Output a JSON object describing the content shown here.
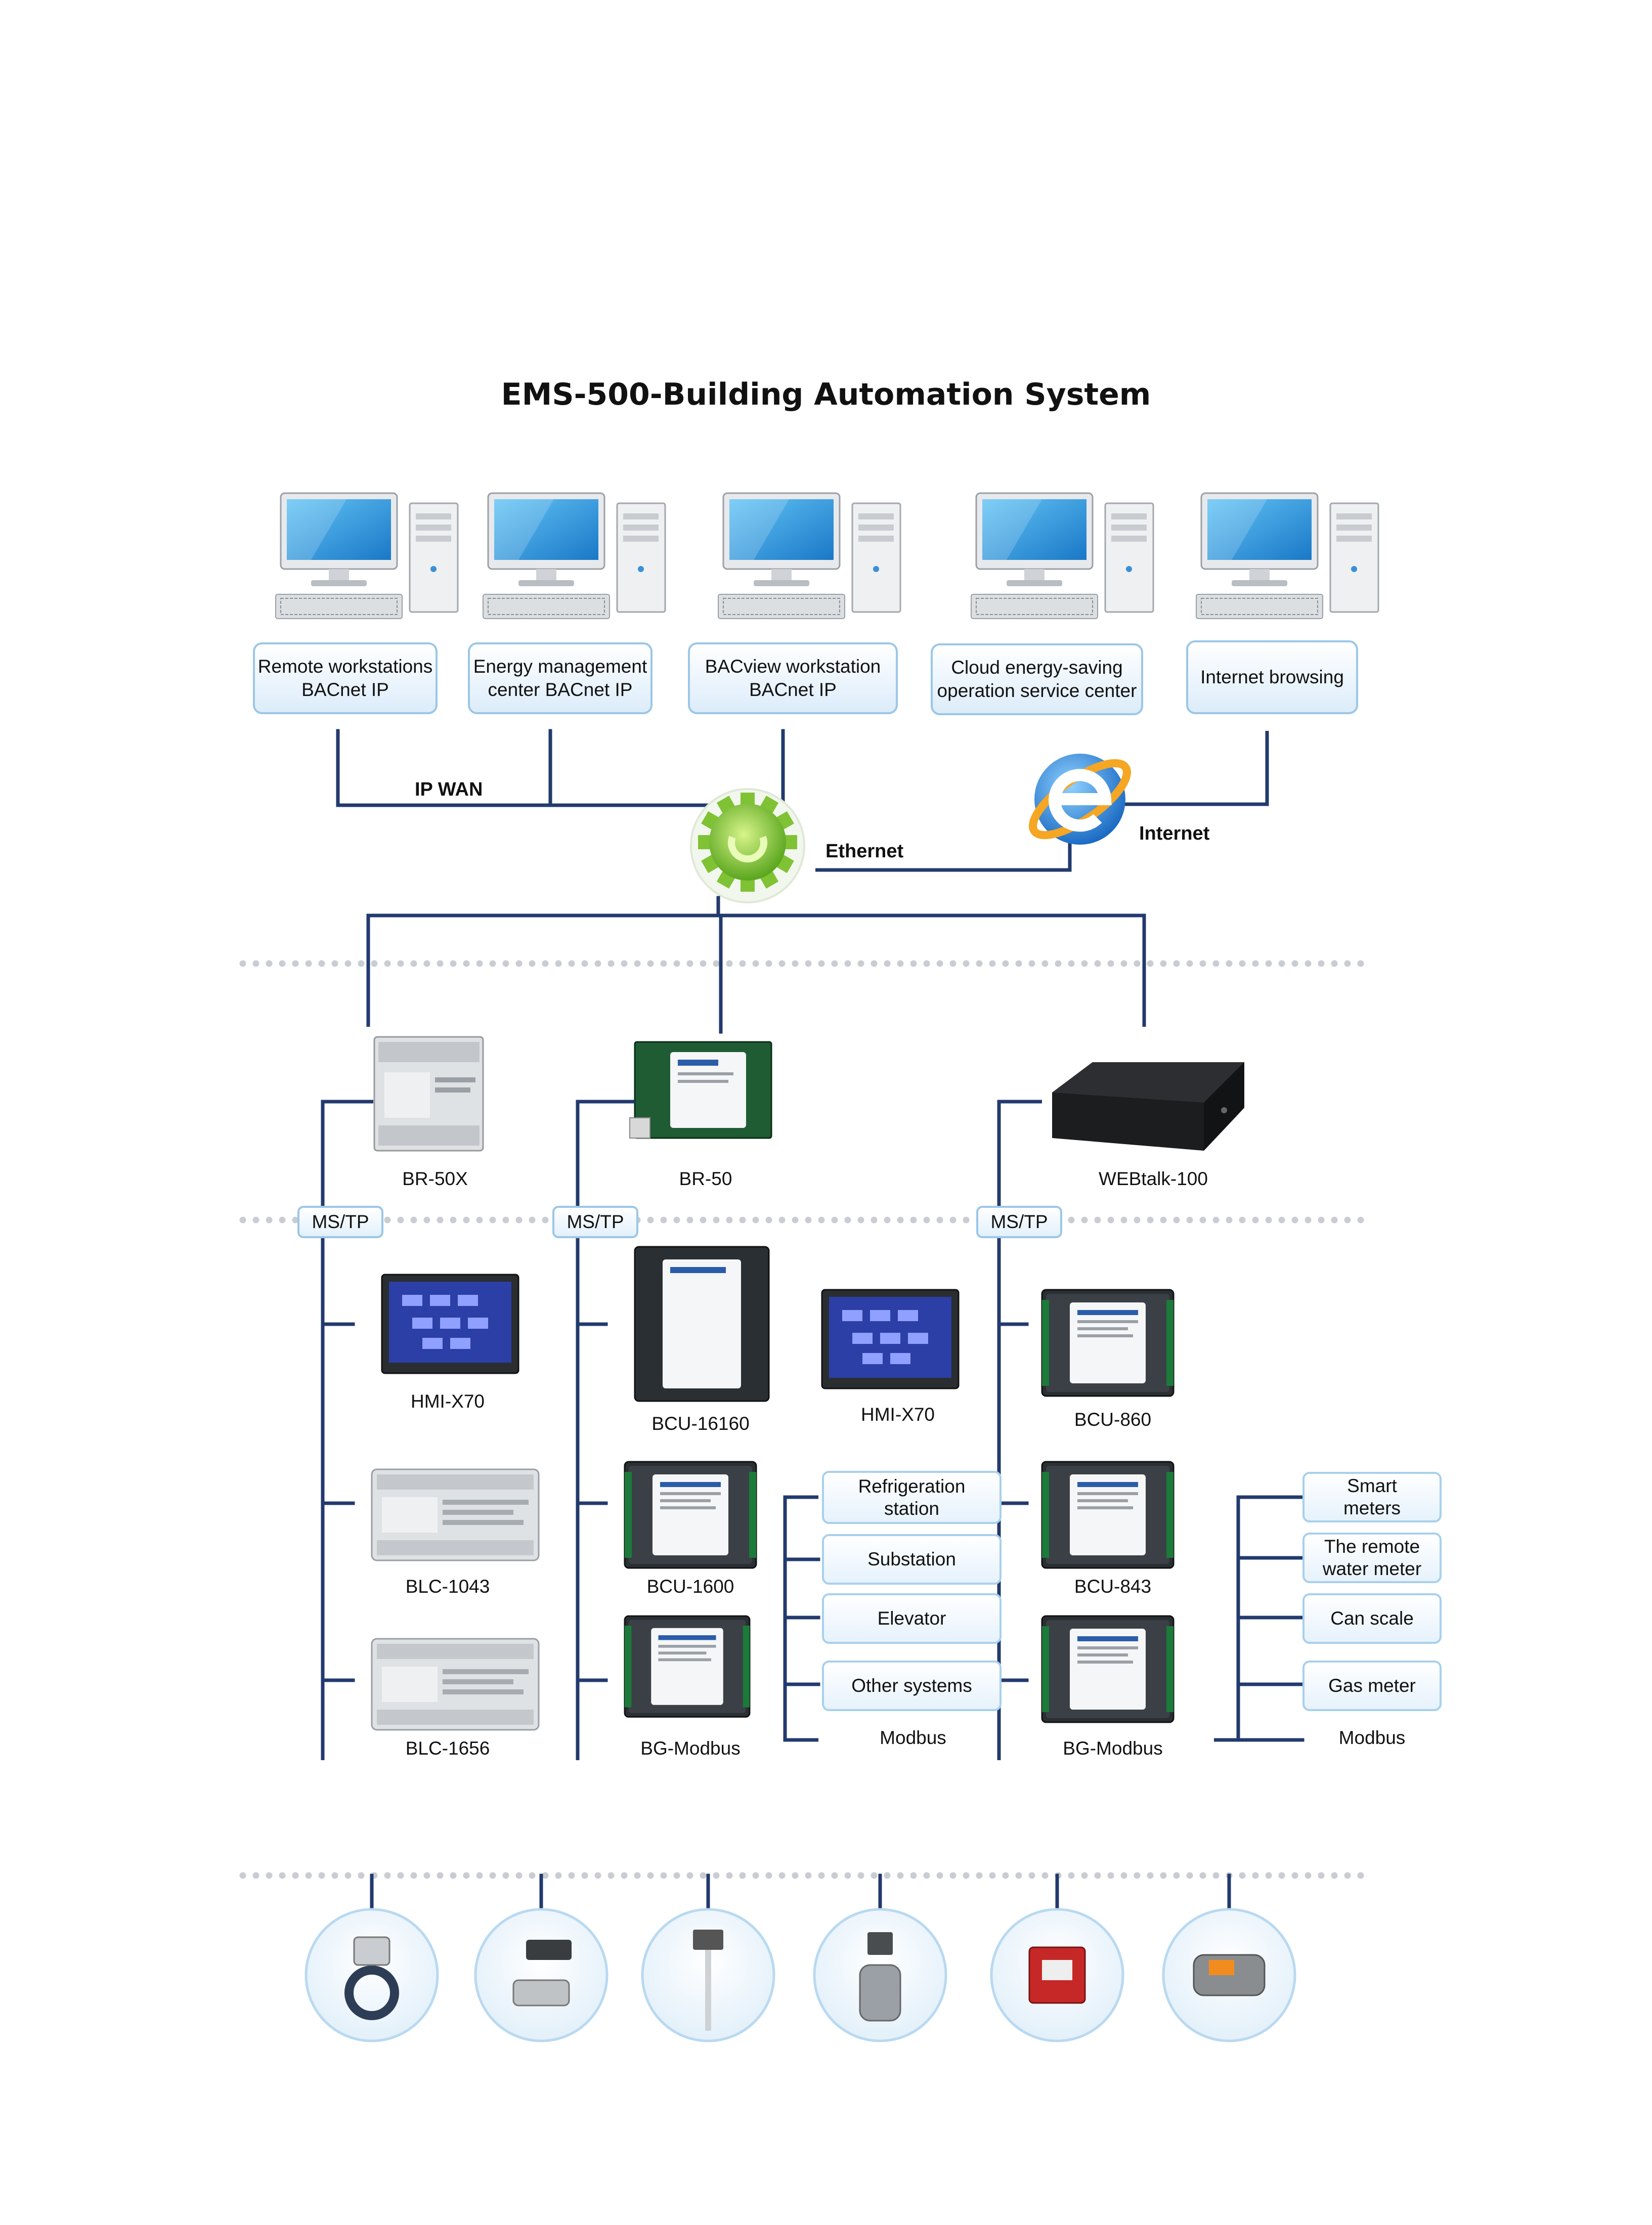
{
  "title": "EMS-500-Building Automation System",
  "workstations": [
    {
      "line1": "Remote workstations",
      "line2": "BACnet IP"
    },
    {
      "line1": "Energy management",
      "line2": "center BACnet IP"
    },
    {
      "line1": "BACview workstation",
      "line2": "BACnet IP"
    },
    {
      "line1": "Cloud energy-saving",
      "line2": "operation service center"
    },
    {
      "line1": "Internet browsing",
      "line2": ""
    }
  ],
  "network_labels": {
    "ip_wan": "IP  WAN",
    "ethernet": "Ethernet",
    "internet": "Internet"
  },
  "routers": {
    "left": "BR-50X",
    "mid": "BR-50",
    "right": "WEBtalk-100"
  },
  "mstp_label": "MS/TP",
  "devices": {
    "left_hmi": "HMI-X70",
    "blc1043": "BLC-1043",
    "blc1656": "BLC-1656",
    "bcu16160": "BCU-16160",
    "mid_hmi": "HMI-X70",
    "bcu1600": "BCU-1600",
    "bg_modbus_mid": "BG-Modbus",
    "bcu860": "BCU-860",
    "bcu843": "BCU-843",
    "bg_modbus_right": "BG-Modbus"
  },
  "mid_systems": [
    "Refrigeration station",
    "Substation",
    "Elevator",
    "Other systems"
  ],
  "right_systems": [
    {
      "line1": "Smart",
      "line2": "meters"
    },
    {
      "line1": "The remote",
      "line2": "water meter"
    },
    {
      "line1": "Can scale",
      "line2": ""
    },
    {
      "line1": "Gas meter",
      "line2": ""
    }
  ],
  "modbus_label": "Modbus",
  "field_devices": [
    "butterfly-valve",
    "ball-valve-actuator",
    "immersion-sensor",
    "gate-valve",
    "flow-meter",
    "damper-actuator"
  ],
  "colors": {
    "line": "#223a6e",
    "box_border": "#9cc7e6",
    "dots": "#c9cdd3",
    "screen": "#2e9fe0"
  }
}
